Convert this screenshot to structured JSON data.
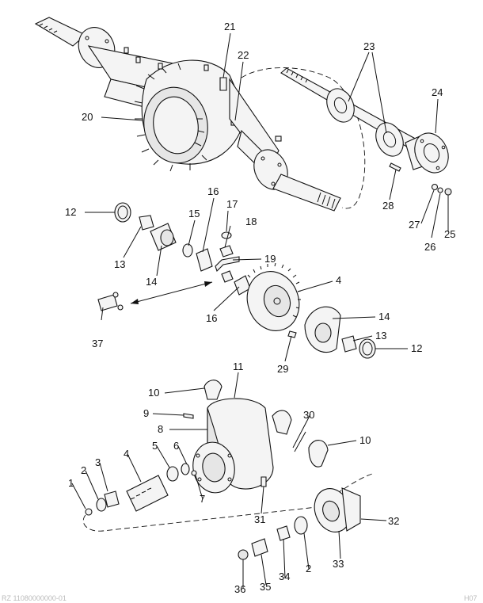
{
  "callouts": [
    "1",
    "2",
    "2",
    "3",
    "4",
    "4",
    "5",
    "6",
    "7",
    "8",
    "9",
    "10",
    "10",
    "11",
    "12",
    "12",
    "13",
    "13",
    "14",
    "14",
    "15",
    "16",
    "16",
    "17",
    "18",
    "19",
    "20",
    "21",
    "22",
    "23",
    "24",
    "25",
    "26",
    "27",
    "28",
    "29",
    "30",
    "31",
    "32",
    "33",
    "34",
    "35",
    "36",
    "37"
  ],
  "footer": {
    "left": "RZ 11080000000-01",
    "right": "H07"
  }
}
